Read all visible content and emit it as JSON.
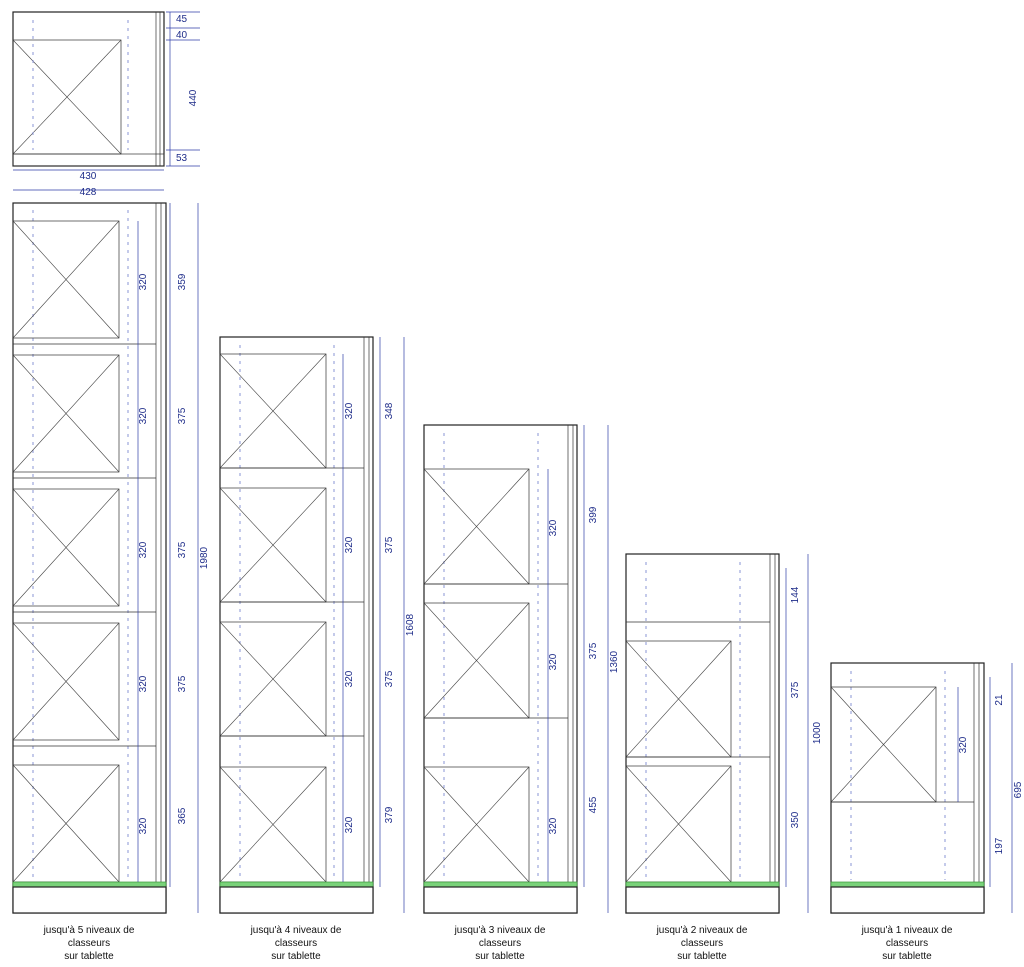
{
  "colors": {
    "dimension": "#1f2d8a",
    "outline": "#222222",
    "shelf_green": "#7ad27a"
  },
  "top_view": {
    "width_430": "430",
    "width_428": "428",
    "dim_45": "45",
    "dim_40": "40",
    "dim_440": "440",
    "dim_53": "53"
  },
  "cabinet_5": {
    "caption": [
      "jusqu'à 5 niveaux de",
      "classeurs",
      "sur tablette"
    ],
    "height_total": "1980",
    "inner": [
      "320",
      "320",
      "320",
      "320",
      "320"
    ],
    "pitch": [
      "359",
      "375",
      "375",
      "375",
      "365"
    ]
  },
  "cabinet_4": {
    "caption": [
      "jusqu'à 4 niveaux de",
      "classeurs",
      "sur tablette"
    ],
    "height_total": "1608",
    "inner": [
      "320",
      "320",
      "320",
      "320"
    ],
    "pitch": [
      "348",
      "375",
      "375",
      "379"
    ]
  },
  "cabinet_3": {
    "caption": [
      "jusqu'à 3 niveaux de",
      "classeurs",
      "sur tablette"
    ],
    "height_total": "1360",
    "inner": [
      "320",
      "320",
      "320"
    ],
    "pitch": [
      "399",
      "375",
      "455"
    ]
  },
  "cabinet_2": {
    "caption": [
      "jusqu'à 2 niveaux de",
      "classeurs",
      "sur tablette"
    ],
    "height_total": "1000",
    "pitch": [
      "144",
      "375",
      "350"
    ]
  },
  "cabinet_1": {
    "caption": [
      "jusqu'à 1 niveaux de",
      "classeurs",
      "sur tablette"
    ],
    "height_total": "695",
    "inner": [
      "320"
    ],
    "pitch": [
      "21",
      "197"
    ]
  }
}
